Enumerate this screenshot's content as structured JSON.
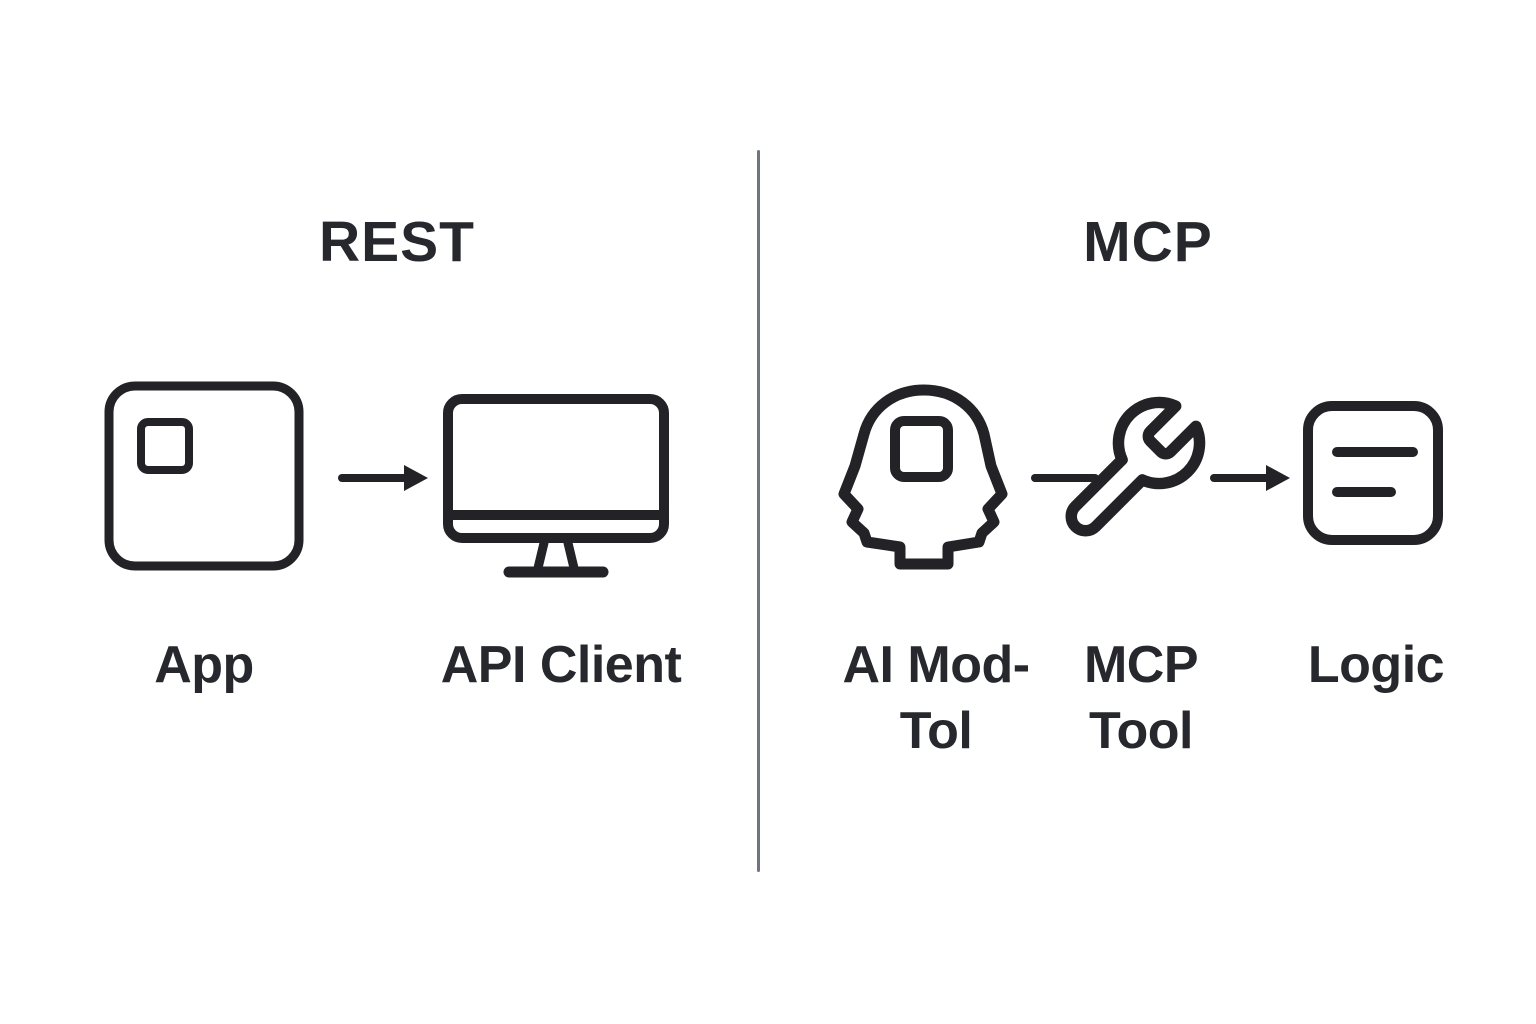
{
  "page": {
    "background": "#ffffff"
  },
  "colors": {
    "icon_stroke": "#222227",
    "label_text": "#26282d",
    "divider": "#6e7480"
  },
  "rest_section": {
    "title": "REST",
    "nodes": [
      {
        "id": "app",
        "label": "App",
        "icon": "app-icon"
      },
      {
        "id": "api_client",
        "label": "API Client",
        "icon": "monitor-icon"
      }
    ],
    "connectors": [
      {
        "from": "app",
        "to": "api_client",
        "style": "arrow-right"
      }
    ]
  },
  "mcp_section": {
    "title": "MCP",
    "nodes": [
      {
        "id": "ai_model",
        "label": "AI Mod-\nTol",
        "icon": "head-profile-icon"
      },
      {
        "id": "mcp_tool",
        "label": "MCP\nTool",
        "icon": "wrench-icon"
      },
      {
        "id": "logic",
        "label": "Logic",
        "icon": "document-lines-icon"
      }
    ],
    "connectors": [
      {
        "from": "ai_model",
        "to": "mcp_tool",
        "style": "plain-line"
      },
      {
        "from": "mcp_tool",
        "to": "logic",
        "style": "arrow-right"
      }
    ]
  }
}
